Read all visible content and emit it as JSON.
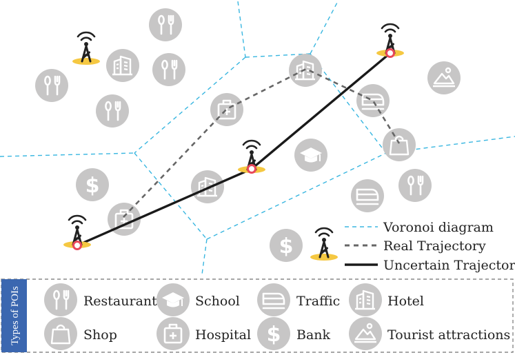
{
  "legend": {
    "voronoi": "Voronoi diagram",
    "real": "Real Trajectory",
    "uncertain": "Uncertain Trajectory"
  },
  "poi_panel": {
    "title": "Types of POIs",
    "items": [
      {
        "icon": "restaurant-icon",
        "label": "Restaurant"
      },
      {
        "icon": "school-icon",
        "label": "School"
      },
      {
        "icon": "traffic-icon",
        "label": "Traffic"
      },
      {
        "icon": "hotel-icon",
        "label": "Hotel"
      },
      {
        "icon": "shop-icon",
        "label": "Shop"
      },
      {
        "icon": "hospital-icon",
        "label": "Hospital"
      },
      {
        "icon": "bank-icon",
        "label": "Bank"
      },
      {
        "icon": "tourist-attractions-icon",
        "label": "Tourist attractions"
      }
    ]
  },
  "colors": {
    "voronoi": "#38b6e0",
    "real": "#666666",
    "uncertain": "#1a1a1a",
    "icon_bg": "#c7c6c6",
    "tower_base": "#f5c842",
    "marker": "#e8485a",
    "panel_title_bg": "#3b67b0"
  }
}
